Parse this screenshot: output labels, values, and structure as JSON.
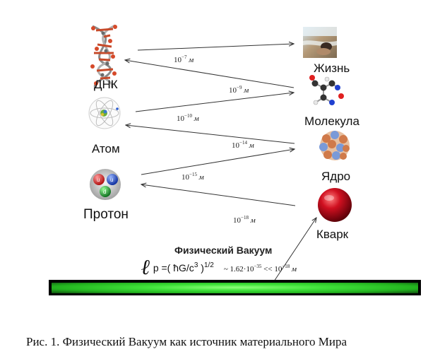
{
  "nodes": {
    "dna": "ДНК",
    "atom": "Атом",
    "proton": "Протон",
    "life": "Жизнь",
    "molecule": "Молекула",
    "nucleus": "Ядро",
    "quark": "Кварк"
  },
  "vacuum_title": "Физический Вакуум",
  "scales": {
    "s1": {
      "base": "10",
      "exp": "−7",
      "unit": "м"
    },
    "s2": {
      "base": "10",
      "exp": "−9",
      "unit": "м"
    },
    "s3": {
      "base": "10",
      "exp": "−10",
      "unit": "м"
    },
    "s4": {
      "base": "10",
      "exp": "−14",
      "unit": "м"
    },
    "s5": {
      "base": "10",
      "exp": "−15",
      "unit": "м"
    },
    "s6": {
      "base": "10",
      "exp": "−18",
      "unit": "м"
    }
  },
  "formula": {
    "symbol": "ℓ",
    "eq_prefix": "p =( ",
    "hbar": "ħ",
    "eq_mid": "G/c",
    "eq_exp": "3",
    "eq_close": " )",
    "eq_power": "1/2",
    "approx_prefix": "~ 1.62·10",
    "approx_exp": "−35",
    "approx_mid": " << 10",
    "approx_exp2": "−18",
    "approx_unit": " м"
  },
  "caption": "Рис. 1.  Физический Вакуум как источник материального Мира",
  "colors": {
    "vacuum_glow": "#3fe23a",
    "quark_red": "#cc1020",
    "proton_red": "#e02020",
    "proton_blue": "#2050d0",
    "proton_green": "#20a030"
  }
}
